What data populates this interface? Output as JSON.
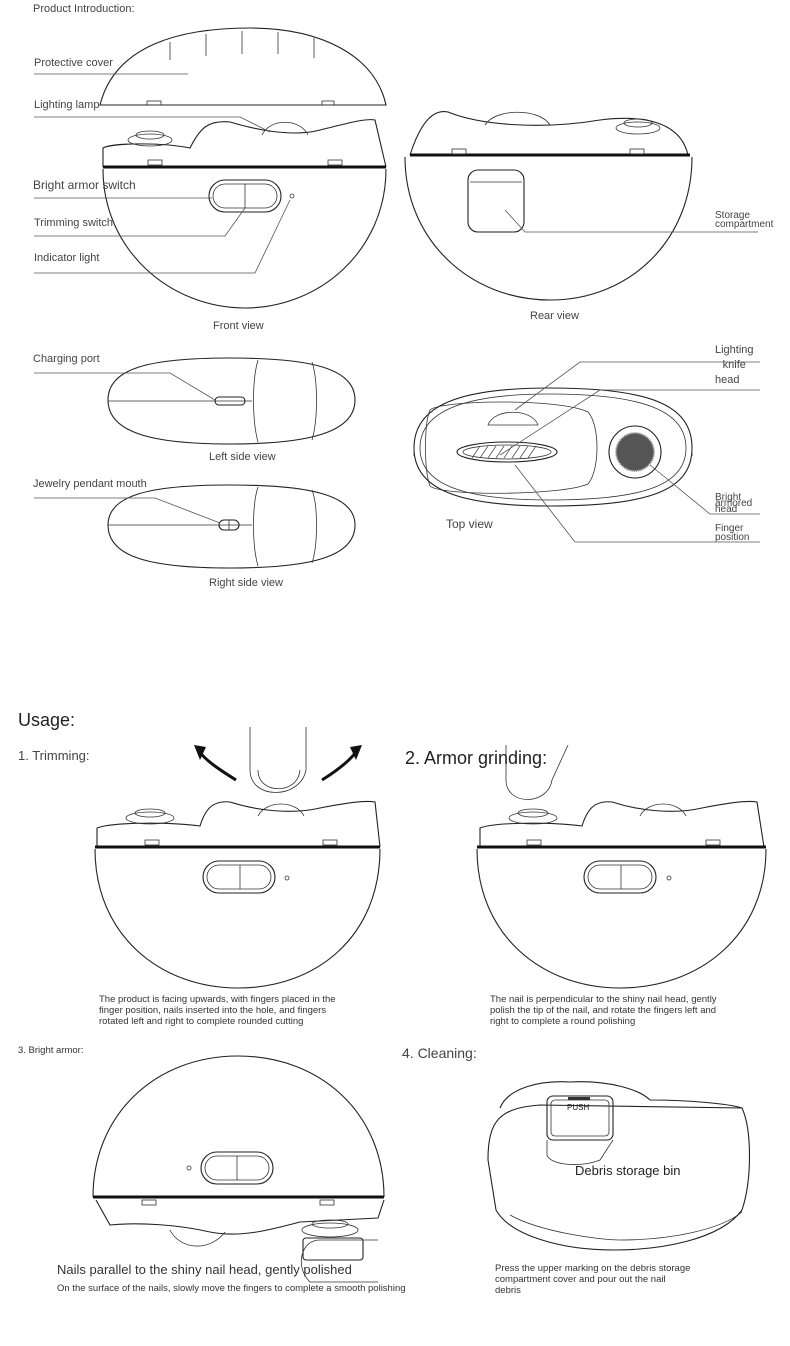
{
  "intro": {
    "heading": "Product Introduction:",
    "labels": {
      "protective_cover": "Protective cover",
      "lighting_lamp": "Lighting lamp",
      "bright_armor_switch": "Bright armor switch",
      "trimming_switch": "Trimming switch",
      "indicator_light": "Indicator light",
      "storage_compartment_1": "Storage",
      "storage_compartment_2": "compartment",
      "charging_port": "Charging port",
      "lighting_knife_1": "Lighting",
      "lighting_knife_2": "knife",
      "lighting_knife_3": "head",
      "jewelry_pendant_mouth": "Jewelry pendant mouth",
      "bright_armored_1": "Bright",
      "bright_armored_2": "armored",
      "bright_armored_3": "head",
      "finger_position_1": "Finger",
      "finger_position_2": "position"
    },
    "views": {
      "front": "Front view",
      "rear": "Rear view",
      "left_side": "Left side view",
      "right_side": "Right side view",
      "top": "Top view"
    }
  },
  "usage": {
    "heading": "Usage:",
    "steps": [
      {
        "title": "1. Trimming:",
        "desc": [
          "The product is facing upwards, with fingers placed in the",
          "finger position, nails inserted into the hole, and fingers",
          "rotated left and right to complete rounded cutting"
        ]
      },
      {
        "title": "2. Armor grinding:",
        "desc": [
          "The nail is perpendicular to the shiny nail head, gently",
          "polish the tip of the nail, and rotate the fingers left and",
          "right to complete a round polishing"
        ]
      },
      {
        "title": "3. Bright armor:",
        "desc": [
          "Nails parallel to the shiny nail head, gently polished",
          "On the surface of the nails, slowly move the fingers to complete a smooth polishing"
        ]
      },
      {
        "title": "4. Cleaning:",
        "desc": [
          "Press the upper marking on the debris storage",
          "compartment cover and pour out the nail",
          "debris"
        ]
      }
    ],
    "push_label": "PUSH",
    "debris_bin_label": "Debris storage bin"
  }
}
